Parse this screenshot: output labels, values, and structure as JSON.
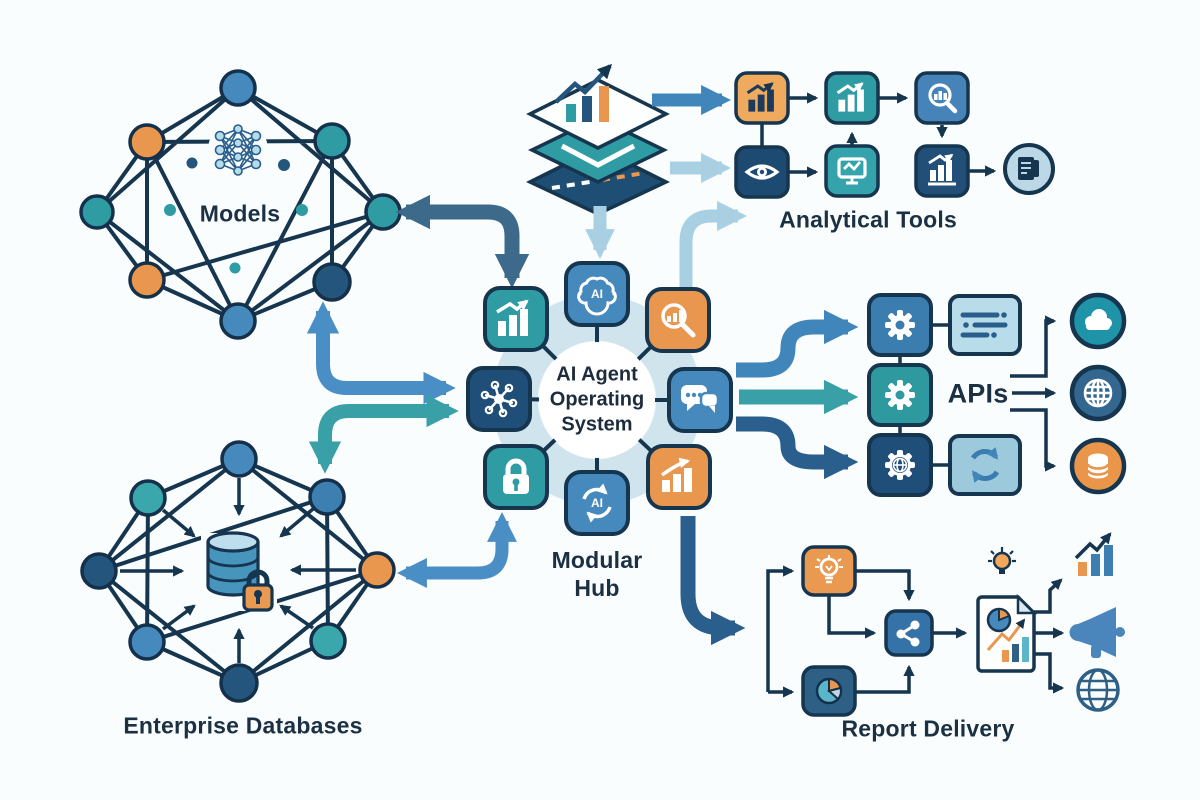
{
  "palette": {
    "navy": "#16354f",
    "dark_blue": "#2a5e8c",
    "steel_blue": "#3d6a8b",
    "blue": "#4589bd",
    "bright_blue": "#4a8ec6",
    "teal": "#2f9ca4",
    "orange": "#e9964e",
    "light_blue": "#a9cfe2",
    "pale_ring": "#cfe4ec",
    "background": "#fafdfd"
  },
  "hub": {
    "center_label_lines": [
      "AI Agent",
      "Operating",
      "System"
    ],
    "caption_lines": [
      "Modular",
      "Hub"
    ],
    "modules": [
      {
        "icon": "chart-growth-icon",
        "color": "teal"
      },
      {
        "icon": "ai-brain-icon",
        "color": "blue",
        "text": "AI"
      },
      {
        "icon": "search-analytics-icon",
        "color": "orange"
      },
      {
        "icon": "chat-bubbles-icon",
        "color": "blue"
      },
      {
        "icon": "bar-growth-icon",
        "color": "orange"
      },
      {
        "icon": "ai-cycle-icon",
        "color": "blue",
        "text": "AI"
      },
      {
        "icon": "lock-icon",
        "color": "teal"
      },
      {
        "icon": "network-hub-icon",
        "color": "navy"
      }
    ]
  },
  "models": {
    "label": "Models",
    "center_icon": "neural-network-icon",
    "node_colors": [
      "blue",
      "orange",
      "teal",
      "teal",
      "teal",
      "orange",
      "dark-blue",
      "blue"
    ]
  },
  "enterprise": {
    "label": "Enterprise Databases",
    "center_icon": "database-lock-icon",
    "node_colors": [
      "blue",
      "teal",
      "blue",
      "dark-blue",
      "orange",
      "blue",
      "teal",
      "dark-blue"
    ]
  },
  "data_layers": {
    "icon": "layered-analytics-stack-icon"
  },
  "analytical": {
    "label": "Analytical Tools",
    "steps": [
      "bar-chart-orange",
      "bar-chart-teal",
      "search-chart",
      "eye",
      "monitor-chart",
      "bar-chart-report",
      "document-circle"
    ]
  },
  "apis": {
    "label": "APIs",
    "items": [
      "gear",
      "config-card",
      "gear",
      "gear-globe",
      "sync"
    ],
    "endpoints": [
      "cloud",
      "globe",
      "database"
    ]
  },
  "report": {
    "label": "Report Delivery",
    "steps": [
      "idea-bulb",
      "pie-chart",
      "share",
      "report-document"
    ],
    "outputs": [
      "growth-chart",
      "megaphone",
      "globe"
    ],
    "decoration": "lightbulb-sparks"
  }
}
